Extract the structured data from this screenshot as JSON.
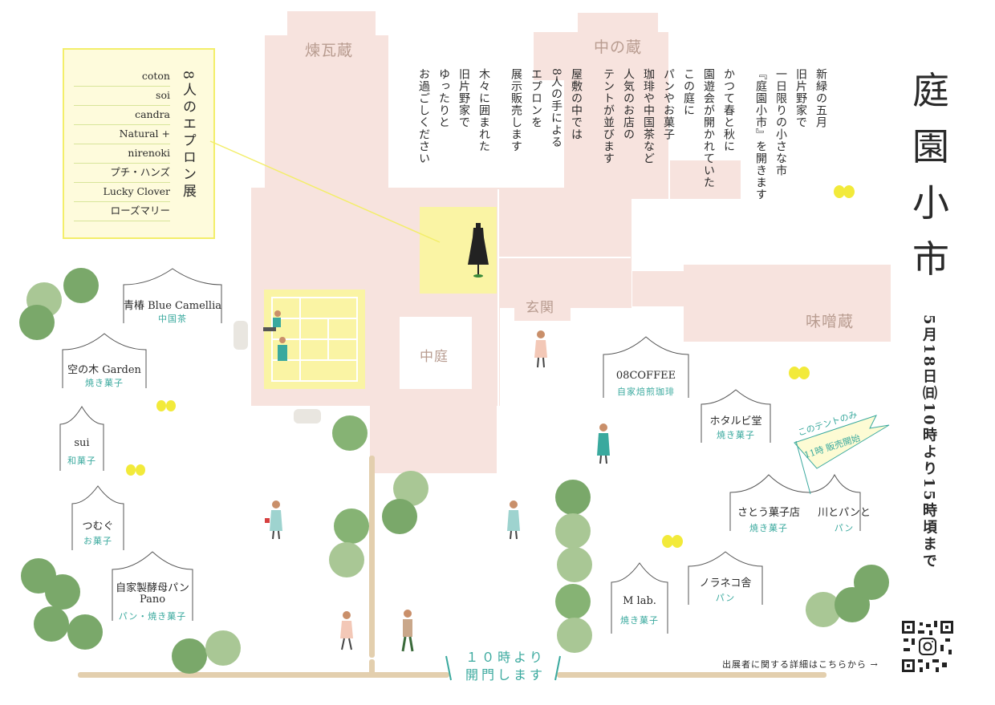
{
  "title": "庭園小市",
  "date_block": "5月18日㈰10時より15時頃まで",
  "intro_columns": [
    "新緑の五月",
    "旧片野家で",
    "一日限りの小さな市",
    "『庭園小市』を開きます",
    "かつて春と秋に",
    "園遊会が開かれていた",
    "この庭に",
    "パンやお菓子",
    "珈琲や中国茶など",
    "人気のお店の",
    "テントが並びます",
    "屋敷の中では",
    "8人の手による",
    "エプロンを",
    "展示販売します",
    "木々に囲まれた",
    "旧片野家で",
    "ゆったりと",
    "お過ごしください"
  ],
  "buildings": {
    "renga": "煉瓦蔵",
    "naka": "中の蔵",
    "genkan": "玄関",
    "nakaniwa": "中庭",
    "miso": "味噌蔵"
  },
  "apron_exhibit": {
    "title": "8人のエプロン展",
    "makers": [
      "coton",
      "soi",
      "candra",
      "Natural +",
      "nirenoki",
      "プチ・ハンズ",
      "Lucky Clover",
      "ローズマリー"
    ]
  },
  "tents": [
    {
      "name": "青椿 Blue Camellia",
      "sub": "中国茶"
    },
    {
      "name": "空の木 Garden",
      "sub": "焼き菓子"
    },
    {
      "name": "sui",
      "sub": "和菓子"
    },
    {
      "name": "つむぐ",
      "sub": "お菓子"
    },
    {
      "name": "自家製酵母パン",
      "name2": "Pano",
      "sub": "パン・焼き菓子"
    },
    {
      "name": "08COFFEE",
      "sub": "自家焙煎珈琲"
    },
    {
      "name": "ホタルビ堂",
      "sub": "焼き菓子"
    },
    {
      "name": "さとう菓子店",
      "sub": "焼き菓子"
    },
    {
      "name": "川とパンと",
      "sub": "パン"
    },
    {
      "name": "ノラネコ舎",
      "sub": "パン"
    },
    {
      "name": "M lab.",
      "sub": "焼き菓子"
    }
  ],
  "flag": {
    "line1": "このテントのみ",
    "line2": "11時 販売開始"
  },
  "gate": {
    "line1": "１０時より",
    "line2": "開門します"
  },
  "qr_caption": "出展者に関する詳細はこちらから →",
  "colors": {
    "building": "#f7e3de",
    "highlight": "#faf4a4",
    "teal": "#3aa99e",
    "tree": "#7aa86a",
    "path": "#e3cfae",
    "butterfly": "#f2ea3a"
  }
}
